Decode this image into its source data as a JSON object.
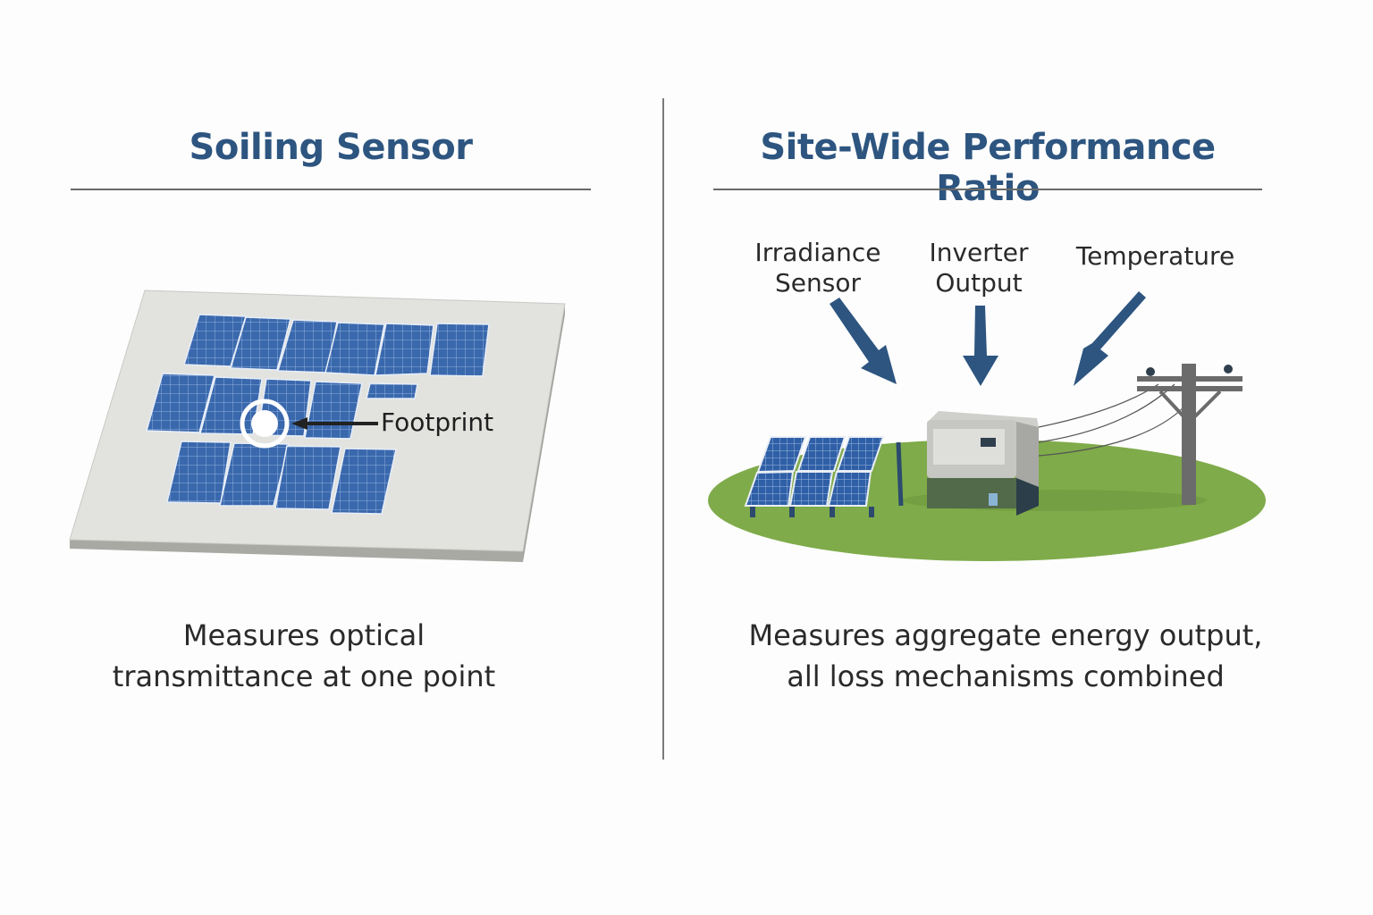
{
  "left_panel": {
    "title": "Soiling Sensor",
    "callout_label": "Footprint",
    "caption_line1": "Measures optical",
    "caption_line2": "transmittance at one point",
    "illustration": "rooftop solar array with single-point sensor footprint"
  },
  "right_panel": {
    "title": "Site-Wide Performance Ratio",
    "inputs": [
      {
        "line1": "Irradiance",
        "line2": "Sensor"
      },
      {
        "line1": "Inverter",
        "line2": "Output"
      },
      {
        "line1": "Temperature",
        "line2": ""
      }
    ],
    "caption_line1": "Measures aggregate energy output,",
    "caption_line2": "all loss mechanisms combined",
    "illustration": "solar panels, inverter and utility pole on grass"
  },
  "colors": {
    "title": "#2d5580",
    "arrow": "#2d5580",
    "panel_blue": "#3a68ad",
    "grass": "#7fab4a",
    "roof": "#e2e2df",
    "pole": "#6b6b6b"
  }
}
